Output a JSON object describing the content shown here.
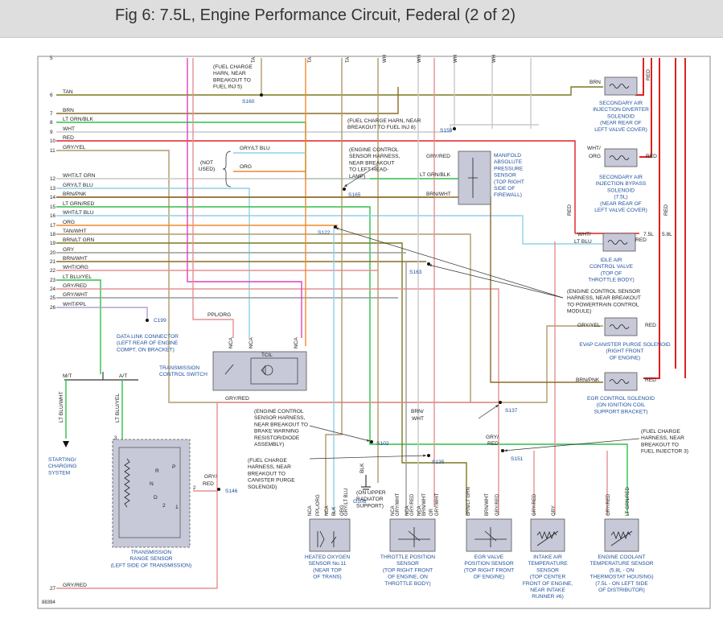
{
  "title": "Fig 6: 7.5L, Engine Performance Circuit, Federal (2 of 2)",
  "figure_number": "88394",
  "pins": [
    "5",
    "6",
    "7",
    "8",
    "9",
    "10",
    "11",
    "12",
    "13",
    "14",
    "15",
    "16",
    "17",
    "18",
    "19",
    "20",
    "21",
    "22",
    "23",
    "24",
    "25",
    "26",
    "27"
  ],
  "wire_labels": {
    "w6": "TAN",
    "w7": "BRN",
    "w8": "LT GRN/BLK",
    "w9": "WHT",
    "w10": "RED",
    "w11": "GRY/YEL",
    "w12": "WHT/LT GRN",
    "w13": "GRY/LT BLU",
    "w14": "BRN/PNK",
    "w15": "LT GRN/RED",
    "w16": "WHT/LT BLU",
    "w17": "ORG",
    "w18": "TAN/WHT",
    "w19": "BRN/LT GRN",
    "w20": "GRY",
    "w21": "BRN/WHT",
    "w22": "WHT/ORG",
    "w23": "LT BLU/YEL",
    "w24": "GRY/RED",
    "w25": "GRY/WHT",
    "w26": "WHT/PPL",
    "w27": "GRY/RED"
  },
  "top_wires": [
    "TA",
    "TA",
    "TA",
    "WH",
    "WH",
    "WH",
    "WH"
  ],
  "splices": {
    "s160": "S160",
    "s159": "S159",
    "s165": "S165",
    "s122": "S122",
    "s163": "S163",
    "s137": "S137",
    "s102": "S102",
    "s135": "S135",
    "s151": "S151",
    "s146": "S146",
    "c199": "C199",
    "g108": "G108"
  },
  "notes": {
    "fuel_inj5": [
      "(FUEL CHARGE",
      "HARN, NEAR",
      "BREAKOUT TO",
      "FUEL INJ 5)"
    ],
    "fuel_inj8": [
      "(FUEL CHARGE HARN, NEAR",
      "BREAKOUT TO FUEL INJ 8)"
    ],
    "not_used": [
      "(NOT",
      "USED)"
    ],
    "not_used_gry": "GRY/LT BLU",
    "not_used_org": "ORG",
    "ecs_headlamp": [
      "(ENGINE CONTROL",
      "SENSOR HARNESS,",
      "NEAR BREAKOUT",
      "TO LEFT HEAD-",
      "LAMP)"
    ],
    "ecs_pcm": [
      "(ENGINE CONTROL SENSOR",
      "HARNESS, NEAR BREAKOUT",
      "TO POWERTRAIN CONTROL",
      "MODULE)"
    ],
    "ecs_brake": [
      "(ENGINE CONTROL",
      "SENSOR HARNESS,",
      "NEAR BREAKOUT TO",
      "BRAKE WARNING",
      "RESISTOR/DIODE",
      "ASSEMBLY)"
    ],
    "fuel_canister": [
      "(FUEL CHARGE",
      "HARNESS, NEAR",
      "BREAKOUT TO",
      "CANISTER PURGE",
      "SOLENOID)"
    ],
    "fuel_inj3": [
      "(FUEL CHARGE",
      "HARNESS, NEAR",
      "BREAKOUT TO",
      "FUEL INJECTOR 3)"
    ],
    "g108_loc": [
      "(ON UPPER",
      "RADIATOR",
      "SUPPORT)"
    ],
    "dlc": [
      "DATA LINK CONNECTOR",
      "(LEFT REAR OF ENGINE",
      "COMPT, ON BRACKET)"
    ],
    "mt": "M/T",
    "at": "A/T",
    "starting": [
      "STARTING/",
      "CHARGING",
      "SYSTEM"
    ]
  },
  "components": {
    "sec_air_div": [
      "SECONDARY AIR",
      "INJECTION DIVERTER",
      "SOLENOID",
      "(NEAR REAR OF",
      "LEFT VALVE COVER)"
    ],
    "sec_air_byp": [
      "SECONDARY AIR",
      "INJECTION BYPASS",
      "SOLENOID",
      "(7.5L)",
      "(NEAR REAR OF",
      "LEFT VALVE COVER)"
    ],
    "map": [
      "MANIFOLD",
      "ABSOLUTE",
      "PRESSURE",
      "SENSOR",
      "(TOP RIGHT",
      "SIDE OF",
      "FIREWALL)"
    ],
    "iac": [
      "IDLE AIR",
      "CONTROL VALVE",
      "(TOP OF",
      "THROTTLE BODY)"
    ],
    "evap": [
      "EVAP CANISTER PURGE SOLENOID",
      "(RIGHT FRONT",
      "OF ENGINE)"
    ],
    "egr": [
      "EGR CONTROL SOLENOID",
      "(ON IGNITION COIL",
      "SUPPORT BRACKET)"
    ],
    "tcs": [
      "TRANSMISSION",
      "CONTROL SWITCH"
    ],
    "tcil": "TCIL",
    "trs": [
      "TRANSMISSION",
      "RANGE SENSOR",
      "(LEFT SIDE OF TRANSMISSION)"
    ],
    "ho2s": [
      "HEATED OXYGEN",
      "SENSOR No.11",
      "(NEAR TOP",
      "OF TRANS)"
    ],
    "tps": [
      "THROTTLE POSITION",
      "SENSOR",
      "(TOP RIGHT FRONT",
      "OF ENGINE, ON",
      "THROTTLE BODY)"
    ],
    "evp": [
      "EGR VALVE",
      "POSITION SENSOR",
      "(TOP RIGHT FRONT",
      "OF ENGINE)"
    ],
    "iat": [
      "INTAKE AIR",
      "TEMPERATURE",
      "SENSOR",
      "(TOP CENTER",
      "FRONT OF ENGINE,",
      "NEAR INTAKE",
      "RUNNER #6)"
    ],
    "ect": [
      "ENGINE COOLANT",
      "TEMPERATURE SENSOR",
      "(5.8L - ON",
      "THERMOSTAT HOUSING)",
      "(7.5L - ON LEFT SIDE",
      "OF DISTRIBUTOR)"
    ]
  },
  "component_wires": {
    "div_brn": "BRN",
    "div_red": "RED",
    "byp_wht": "WHT/",
    "byp_org": "ORG",
    "byp_red": "RED",
    "map_gry": "GRY/RED",
    "map_ltg": "LT GRN/BLK",
    "map_brn": "BRN/WHT",
    "iac_wht": "WHT/",
    "iac_ltb": "LT BLU",
    "iac_red": "RED",
    "evap_gry": "GRY/YEL",
    "evap_red": "RED",
    "egr_brn": "BRN/PNK",
    "egr_red": "RED",
    "ppl_org": "PPL/ORG",
    "gry_red_tcs": "GRY/RED",
    "nca1": "NCA",
    "nca2": "NCA",
    "nca3": "NCA",
    "ltbluwht": "LT BLU/WHT",
    "ltbluyel": "LT BLU/YEL",
    "trs_gry": "GRY/",
    "trs_red": "RED",
    "brn_wht_1": "BRN/",
    "brn_wht_2": "WHT",
    "gry_red_2a": "GRY/",
    "gry_red_2b": "RED",
    "red_75": "RED",
    "red_75b": "RED",
    "red_7_5": "7.5L",
    "red_5_8": "5.8L",
    "ho2s_wires": [
      "NCA",
      "PPL/ORG",
      "NCA",
      "BLK",
      "ORG",
      "GRY/LT BLU"
    ],
    "g108_blk": "BLK",
    "tps_wires": [
      "NCA",
      "GRY/WHT",
      "NCA",
      "GRY/RED",
      "NCA",
      "BRN/WHT",
      "OR",
      "GRY/WHT"
    ],
    "evp_wires": [
      "BRN/LT GRN",
      "BRN/WHT",
      "GRY/RED"
    ],
    "iat_wires": [
      "GRY/RED",
      "GRY"
    ],
    "ect_wires": [
      "GRY/RED",
      "LT GRN/RED"
    ],
    "trs_letters": [
      "R",
      "P",
      "N",
      "D",
      "2",
      "1"
    ],
    "trs_pin3": "3",
    "trs_pin2": "2"
  },
  "colors": {
    "tan": "#b09a6a",
    "brn": "#8a6d2a",
    "ltgrn": "#2fbf4a",
    "wht": "#c9c9c9",
    "red": "#e02020",
    "gry": "#9a9a9a",
    "ltblu": "#8fd0ea",
    "pink": "#e59090",
    "org": "#f08a2a",
    "ppl": "#e040c0",
    "olive": "#7a7a20",
    "box": "#c7c9d8"
  }
}
